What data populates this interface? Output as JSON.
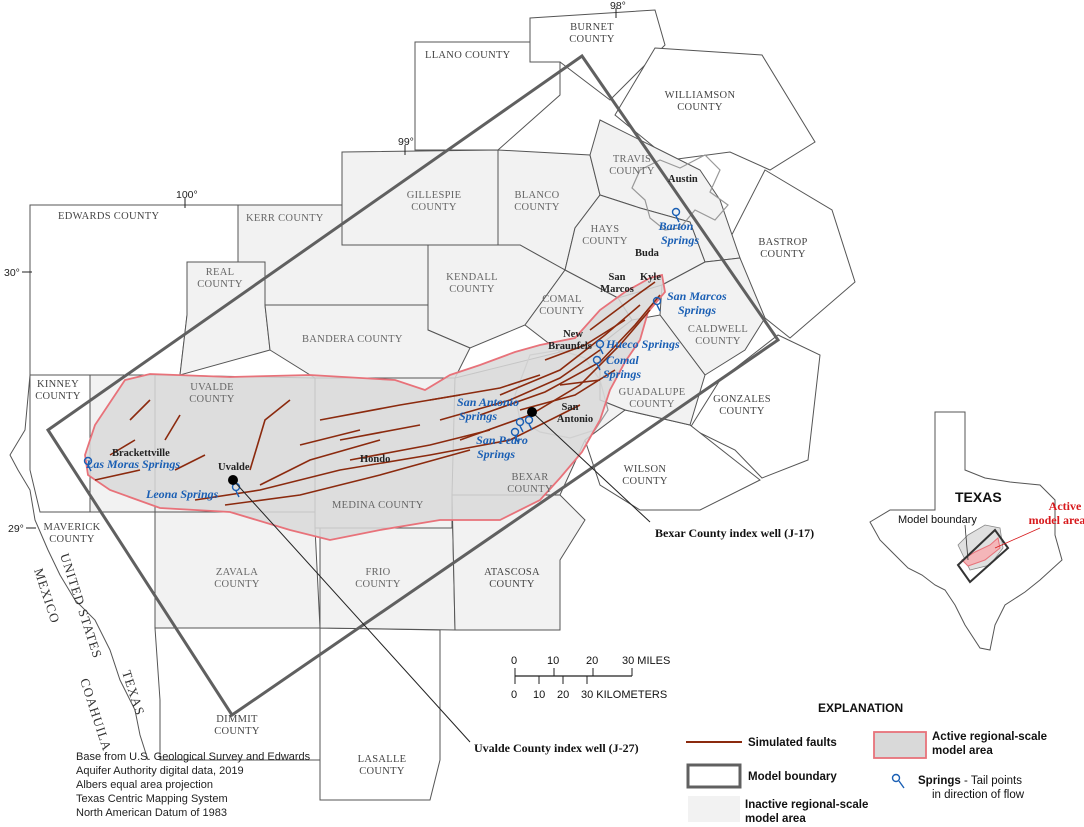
{
  "colors": {
    "active_fill": "#d9d9d9",
    "active_outline": "#e8727a",
    "fault": "#8b2a0e",
    "model_boundary": "#606060",
    "inactive_fill": "#f2f2f2",
    "spring_blue": "#1a5fb4",
    "inset_red": "#d7191c"
  },
  "graticule": {
    "lon_98": "98°",
    "lon_99": "99°",
    "lon_100": "100°",
    "lat_30": "30°",
    "lat_29": "29°"
  },
  "counties": {
    "burnet": [
      "BURNET",
      "COUNTY"
    ],
    "llano": "LLANO COUNTY",
    "williamson": [
      "WILLIAMSON",
      "COUNTY"
    ],
    "travis": [
      "TRAVIS",
      "COUNTY"
    ],
    "gillespie": [
      "GILLESPIE",
      "COUNTY"
    ],
    "blanco": [
      "BLANCO",
      "COUNTY"
    ],
    "edwards": "EDWARDS COUNTY",
    "kerr": "KERR COUNTY",
    "hays": [
      "HAYS",
      "COUNTY"
    ],
    "bastrop": [
      "BASTROP",
      "COUNTY"
    ],
    "real": [
      "REAL",
      "COUNTY"
    ],
    "kendall": [
      "KENDALL",
      "COUNTY"
    ],
    "comal": [
      "COMAL",
      "COUNTY"
    ],
    "caldwell": [
      "CALDWELL",
      "COUNTY"
    ],
    "bandera": "BANDERA COUNTY",
    "kinney": [
      "KINNEY",
      "COUNTY"
    ],
    "uvalde": [
      "UVALDE",
      "COUNTY"
    ],
    "guadalupe": [
      "GUADALUPE",
      "COUNTY"
    ],
    "gonzales": [
      "GONZALES",
      "COUNTY"
    ],
    "medina": "MEDINA COUNTY",
    "bexar": [
      "BEXAR",
      "COUNTY"
    ],
    "wilson": [
      "WILSON",
      "COUNTY"
    ],
    "maverick": [
      "MAVERICK",
      "COUNTY"
    ],
    "zavala": [
      "ZAVALA",
      "COUNTY"
    ],
    "frio": [
      "FRIO",
      "COUNTY"
    ],
    "atascosa": [
      "ATASCOSA",
      "COUNTY"
    ],
    "dimmit": [
      "DIMMIT",
      "COUNTY"
    ],
    "lasalle": [
      "LASALLE",
      "COUNTY"
    ]
  },
  "cities": {
    "austin": "Austin",
    "buda": "Buda",
    "kyle": "Kyle",
    "san_marcos": [
      "San",
      "Marcos"
    ],
    "new_braunfels": [
      "New",
      "Braunfels"
    ],
    "san_antonio": [
      "San",
      "Antonio"
    ],
    "hondo": "Hondo",
    "uvalde": "Uvalde",
    "brackettville": "Brackettville"
  },
  "springs": {
    "barton": [
      "Barton",
      "Springs"
    ],
    "san_marcos": [
      "San Marcos",
      "Springs"
    ],
    "hueco": "Hueco Springs",
    "comal": [
      "Comal",
      "Springs"
    ],
    "san_antonio": [
      "San Antonio",
      "Springs"
    ],
    "san_pedro": [
      "San Pedro",
      "Springs"
    ],
    "las_moras": "Las Moras Springs",
    "leona": "Leona Springs"
  },
  "wells": {
    "bexar": "Bexar County index well (J-17)",
    "uvalde": "Uvalde County index well (J-27)"
  },
  "borders": {
    "united_states": "UNITED STATES",
    "mexico": "MEXICO",
    "texas": "TEXAS",
    "coahuila": "COAHUILA"
  },
  "scale": {
    "miles_ticks": [
      "0",
      "10",
      "20",
      "30 MILES"
    ],
    "km_ticks": [
      "0",
      "10",
      "20",
      "30 KILOMETERS"
    ]
  },
  "inset": {
    "title": "TEXAS",
    "model_boundary": "Model boundary",
    "active_area": [
      "Active",
      "model area"
    ]
  },
  "explanation": {
    "title": "EXPLANATION",
    "faults": "Simulated faults",
    "boundary": "Model boundary",
    "inactive": [
      "Inactive regional-scale",
      "model area"
    ],
    "active": [
      "Active regional-scale",
      "model area"
    ],
    "springs_bold": "Springs",
    "springs_rest": " - Tail points",
    "springs_line2": "in direction of flow"
  },
  "credits": [
    "Base from U.S. Geological Survey and Edwards",
    "Aquifer Authority digital data, 2019",
    "Albers equal area projection",
    "Texas Centric Mapping System",
    "North American Datum of 1983"
  ]
}
